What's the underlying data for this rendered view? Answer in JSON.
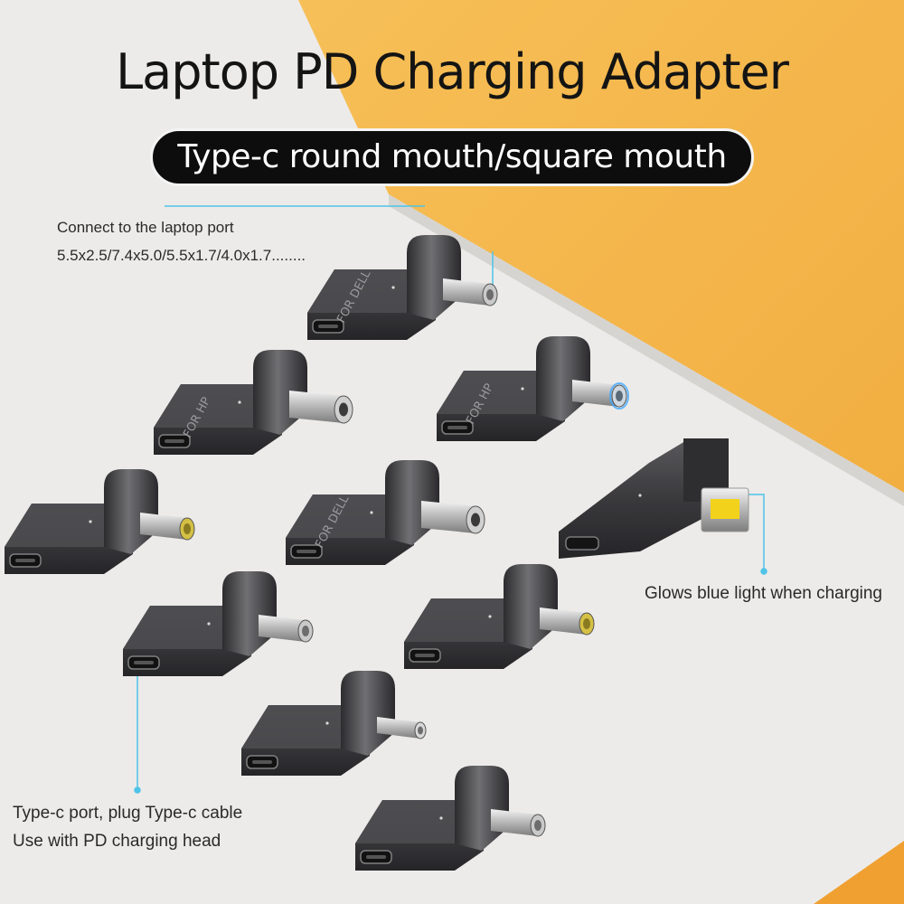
{
  "title": "Laptop PD Charging Adapter",
  "subtitle": "Type-c round mouth/square mouth",
  "annotations": {
    "laptop_port_line1": "Connect to the laptop port",
    "laptop_port_line2": "5.5x2.5/7.4x5.0/5.5x1.7/4.0x1.7........",
    "light": "Glows blue light when charging",
    "typec_line1": "Type-c port, plug Type-c cable",
    "typec_line2": "Use with PD charging head"
  },
  "adapters": [
    {
      "label": "FOR DELL",
      "tip": "silver-round"
    },
    {
      "label": "FOR HP",
      "tip": "silver-round-large"
    },
    {
      "label": "FOR HP",
      "tip": "blue-round"
    },
    {
      "label": "",
      "tip": "gold-round"
    },
    {
      "label": "FOR DELL",
      "tip": "silver-round-large"
    },
    {
      "label": "",
      "tip": "yellow-square"
    },
    {
      "label": "",
      "tip": "silver-round"
    },
    {
      "label": "",
      "tip": "gold-round"
    },
    {
      "label": "",
      "tip": "silver-round-thin"
    },
    {
      "label": "",
      "tip": "silver-round"
    }
  ],
  "colors": {
    "accent_line": "#4fc3e8",
    "background_orange": "#f6b64a",
    "surface": "#ecebe9",
    "adapter_body": "#3c3b3d"
  }
}
